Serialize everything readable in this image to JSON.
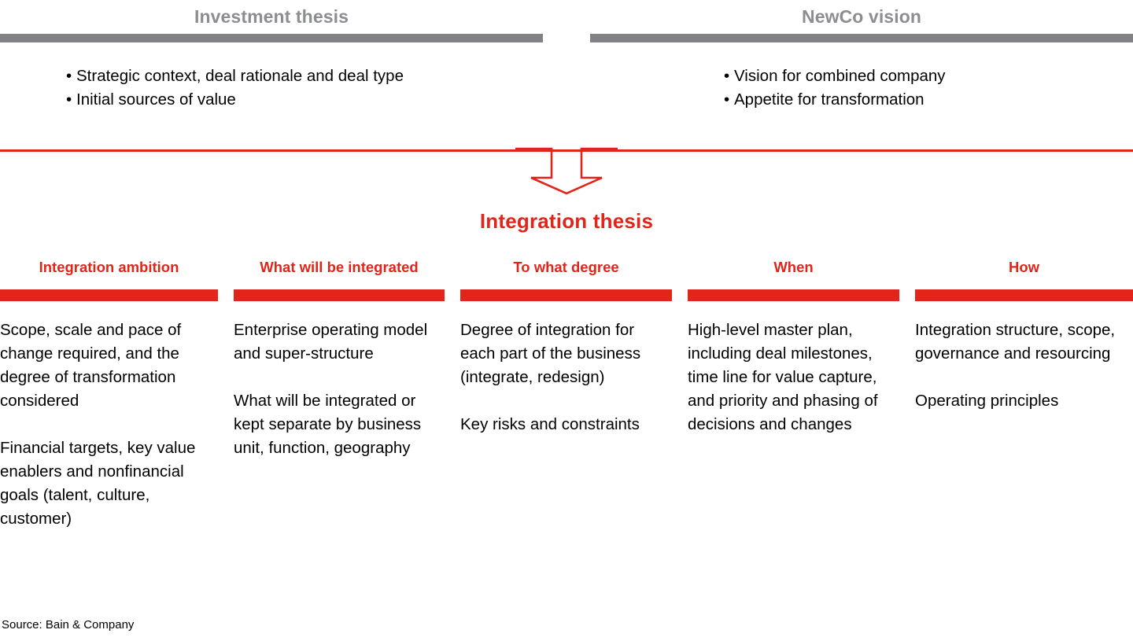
{
  "top_panels": [
    {
      "title": "Investment thesis",
      "bullets": [
        "Strategic context, deal rationale and deal type",
        "Initial sources of value"
      ]
    },
    {
      "title": "NewCo vision",
      "bullets": [
        "Vision for combined company",
        "Appetite for transformation"
      ]
    }
  ],
  "arrow": {
    "icon": "down-arrow-icon",
    "color": "#e1251b"
  },
  "center_title": "Integration thesis",
  "columns": [
    {
      "header": "Integration ambition",
      "paragraphs": [
        "Scope, scale and pace of change required, and the degree of transformation considered",
        "Financial targets, key value enablers and nonfinancial goals (talent, culture, customer)"
      ]
    },
    {
      "header": "What will be integrated",
      "paragraphs": [
        "Enterprise operating model and super-structure",
        "What will be integrated or kept separate by business unit, function, geography"
      ]
    },
    {
      "header": "To what degree",
      "paragraphs": [
        "Degree of integration for each part of the business (integrate, redesign)",
        "Key risks and constraints"
      ]
    },
    {
      "header": "When",
      "paragraphs": [
        "High-level master plan, including deal milestones, time line for value capture, and priority and phasing of decisions and changes"
      ]
    },
    {
      "header": "How",
      "paragraphs": [
        "Integration structure, scope, governance and resourcing",
        "Operating principles"
      ]
    }
  ],
  "source_note": "Source: Bain & Company",
  "colors": {
    "accent_red": "#e1251b",
    "header_gray": "#8b8d90",
    "rule_gray": "#808285",
    "body_text": "#000000"
  },
  "bullet_glyph": "•"
}
